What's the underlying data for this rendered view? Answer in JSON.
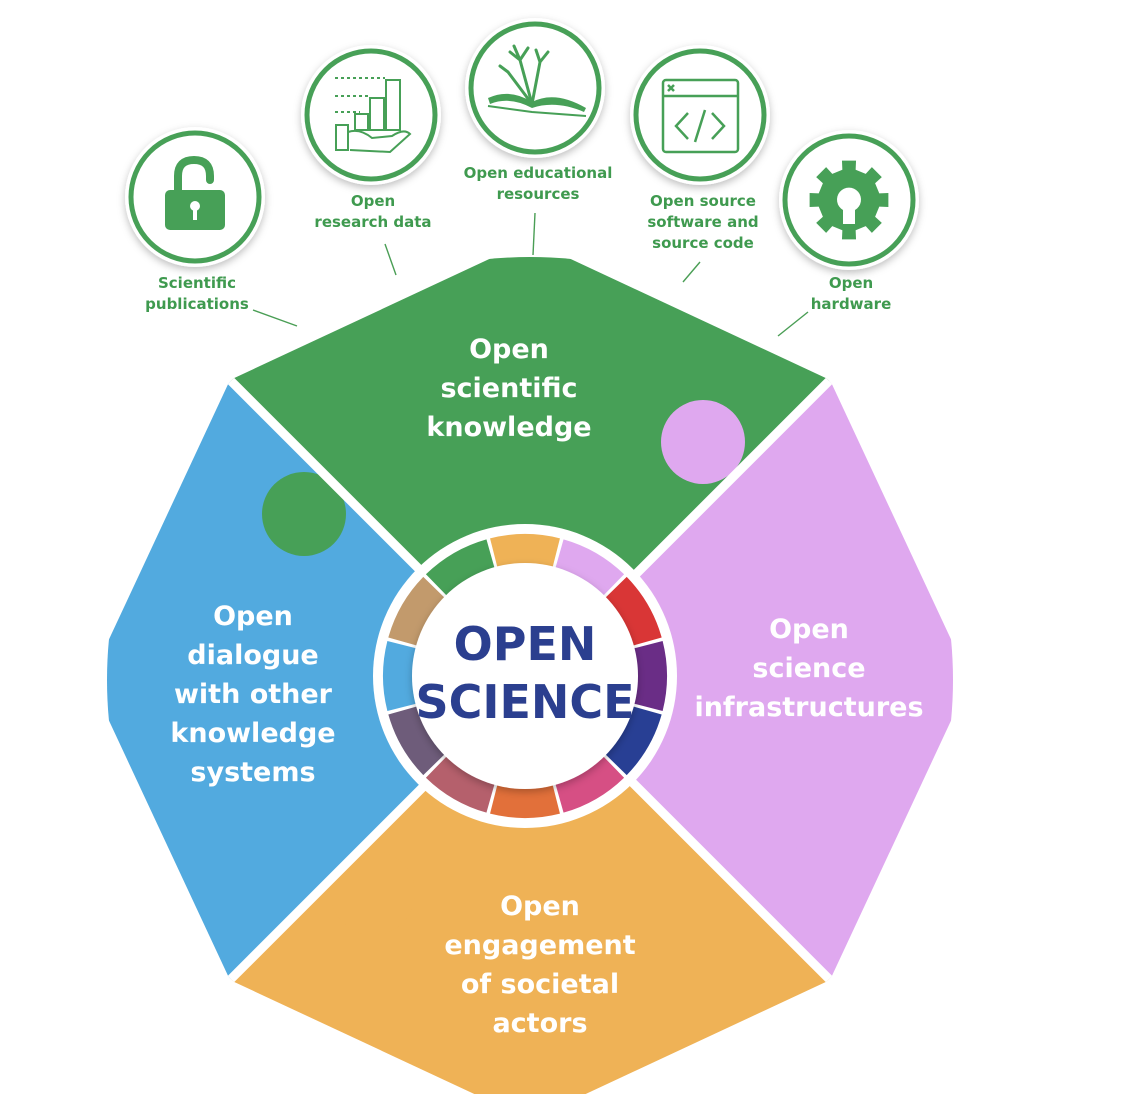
{
  "center": {
    "lines": [
      "OPEN",
      "SCIENCE"
    ]
  },
  "pieces": {
    "knowledge": {
      "lines": [
        "Open",
        "scientific",
        "knowledge"
      ]
    },
    "infrastructures": {
      "lines": [
        "Open",
        "science",
        "infrastructures"
      ]
    },
    "engagement": {
      "lines": [
        "Open",
        "engagement",
        "of societal",
        "actors"
      ]
    },
    "dialogue": {
      "lines": [
        "Open",
        "dialogue",
        "with other",
        "knowledge",
        "systems"
      ]
    }
  },
  "icons": {
    "publications": {
      "icon": "unlocked-padlock-icon",
      "lines": [
        "Scientific",
        "publications"
      ]
    },
    "research_data": {
      "icon": "data-chart-hand-icon",
      "lines": [
        "Open",
        "research data"
      ]
    },
    "educational": {
      "icon": "open-book-plant-icon",
      "lines": [
        "Open educational",
        "resources"
      ]
    },
    "software": {
      "icon": "code-window-icon",
      "lines": [
        "Open source",
        "software and",
        "source code"
      ]
    },
    "hardware": {
      "icon": "gear-icon",
      "lines": [
        "Open",
        "hardware"
      ]
    }
  },
  "colors": {
    "green": "#47a057",
    "purple": "#dfa8ef",
    "orange": "#efb256",
    "blue": "#52aadf",
    "navy": "#2b3f8f",
    "ring": [
      "#efb256",
      "#dfa8ef",
      "#d93636",
      "#6a2d86",
      "#283f94",
      "#d64f84",
      "#e2703a",
      "#b5606c",
      "#6e5c7a",
      "#52aadf",
      "#c29a6c",
      "#47a057"
    ]
  }
}
